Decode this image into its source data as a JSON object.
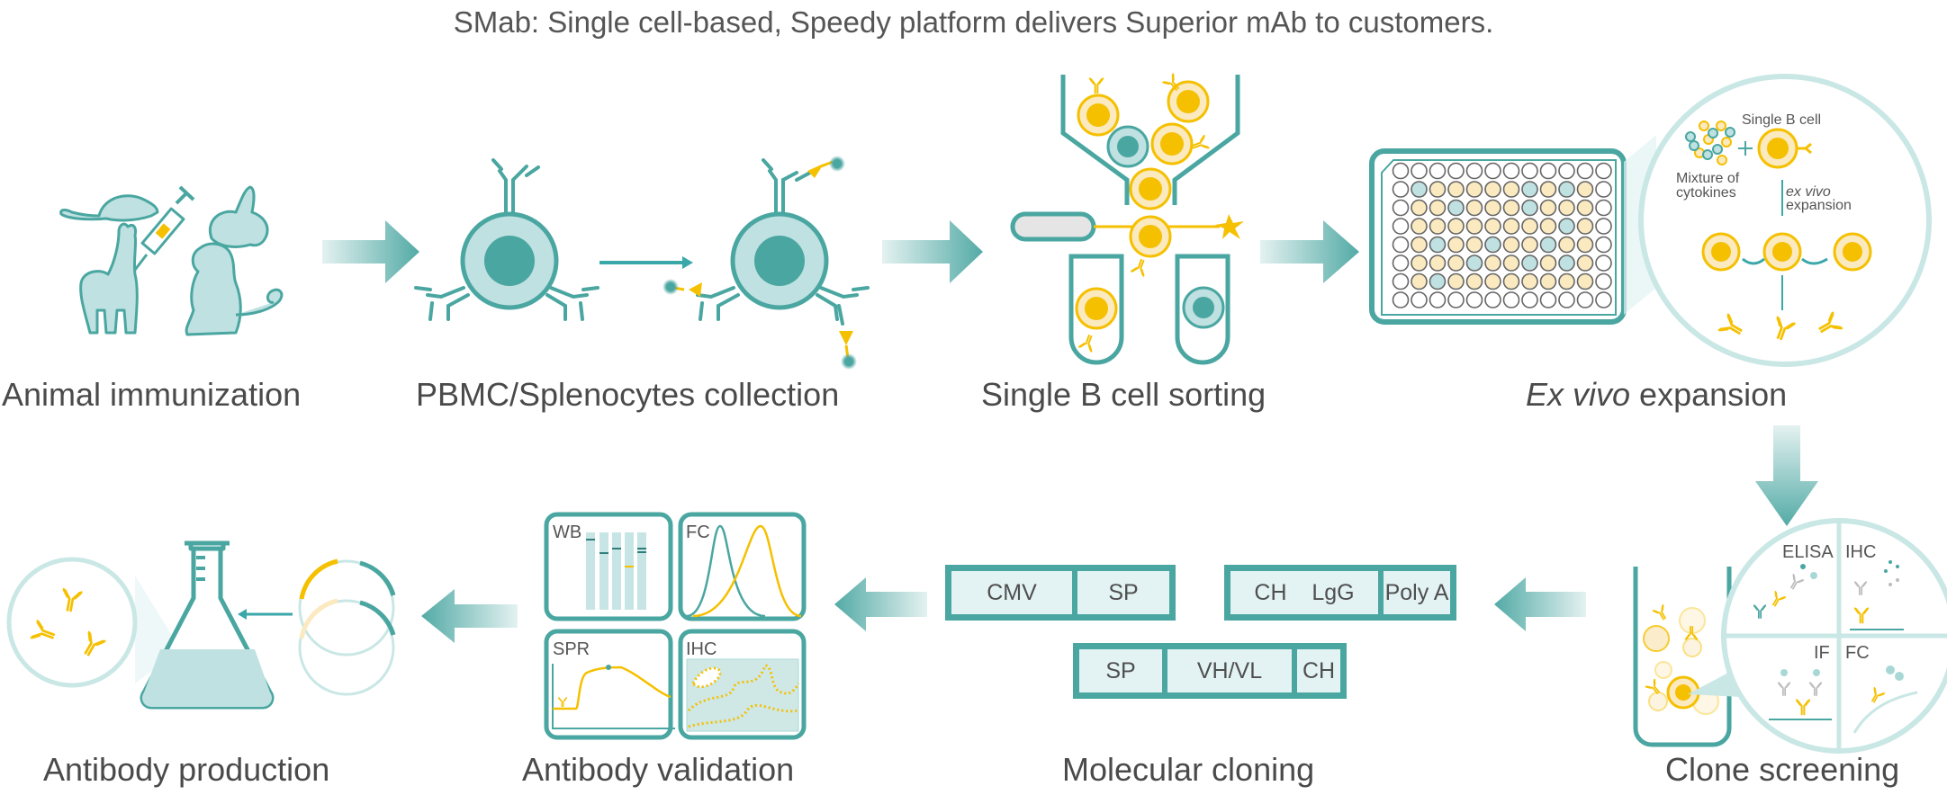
{
  "title": "SMab: Single cell-based, Speedy platform delivers Superior mAb to customers.",
  "colors": {
    "teal": "#4aa6a1",
    "light_teal": "#bfe1e1",
    "pale_teal": "#e3f3f3",
    "yellow": "#f5c000",
    "pale_yellow": "#fbe9c0",
    "gray": "#bdbdbd",
    "text": "#4a4a4a"
  },
  "steps": [
    {
      "id": "animal-immunization",
      "label": "Animal immunization"
    },
    {
      "id": "pbmc-collection",
      "label": "PBMC/Splenocytes collection"
    },
    {
      "id": "single-b-cell-sorting",
      "label": "Single B cell sorting"
    },
    {
      "id": "ex-vivo-expansion",
      "label_italic": "Ex vivo",
      "label_rest": " expansion"
    },
    {
      "id": "clone-screening",
      "label": "Clone screening"
    },
    {
      "id": "molecular-cloning",
      "label": "Molecular cloning"
    },
    {
      "id": "antibody-validation",
      "label": "Antibody validation"
    },
    {
      "id": "antibody-production",
      "label": "Antibody production"
    }
  ],
  "expansion_detail": {
    "single_b_cell": "Single B cell",
    "mixture_line1": "Mixture of",
    "mixture_line2": "cytokines",
    "ex_vivo": "ex vivo",
    "expansion": "expansion"
  },
  "screening_panels": [
    "ELISA",
    "IHC",
    "IF",
    "FC"
  ],
  "validation_panels": [
    "WB",
    "FC",
    "SPR",
    "IHC"
  ],
  "cloning_constructs": [
    {
      "segments": [
        "CMV",
        "SP"
      ]
    },
    {
      "segments": [
        "CH    LgG",
        "Poly A"
      ]
    },
    {
      "segments": [
        "SP",
        "VH/VL",
        "CH"
      ]
    }
  ],
  "plate": {
    "rows": 8,
    "cols": 12,
    "wells": [
      "wwwwwwwwwwww",
      "wbyyyyybybyw",
      "wyybyyybyyyw",
      "wyyyyyyyybyw",
      "wybyybyybyyw",
      "wyyybyybybyw",
      "wybyyyyyyyyw",
      "wwwwwwwwwwww"
    ]
  }
}
